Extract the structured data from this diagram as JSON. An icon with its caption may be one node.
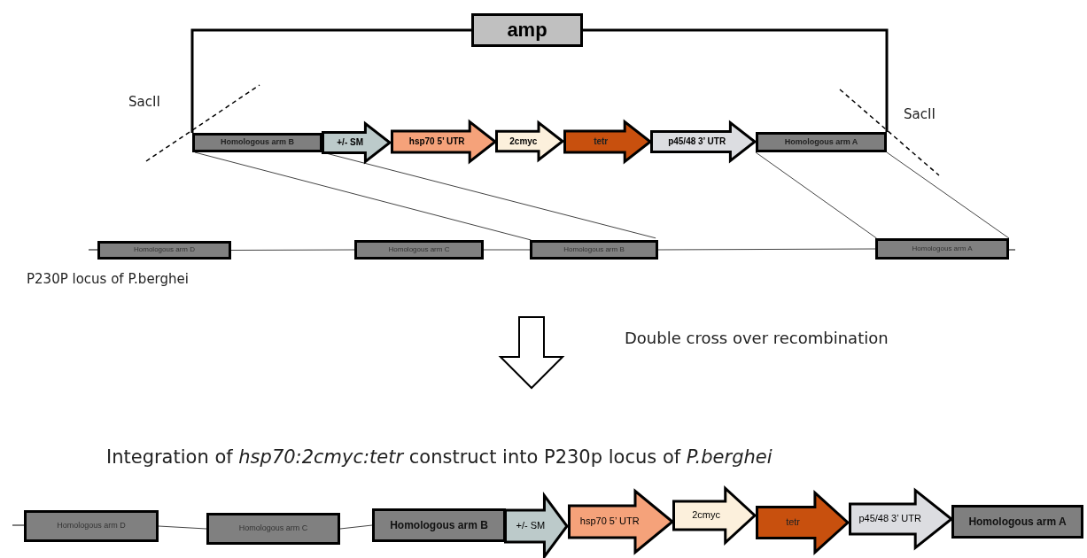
{
  "diagram": {
    "title": "Integration of *hsp70:2cmyc:tetr* construct into P230p locus of *P.berghei*",
    "nodes": [
      {
        "text": [
          "amp"
        ]
      },
      {
        "text": [
          "Homologous arm B"
        ]
      },
      {
        "text": [
          "+/- SM"
        ]
      },
      {
        "text": [
          "hsp70 5’ UTR"
        ]
      },
      {
        "text": [
          "2cmyc"
        ]
      },
      {
        "text": [
          "tetr"
        ]
      },
      {
        "text": [
          "p45/48 3’ UTR"
        ]
      },
      {
        "text": [
          "Homologous arm A"
        ]
      },
      {
        "text": [
          "Homologous arm D"
        ]
      },
      {
        "text": [
          "Homologous arm C"
        ]
      },
      {
        "text": [
          "Homologous arm B"
        ]
      },
      {
        "text": [
          "Homologous arm A"
        ]
      },
      {
        "text": [
          "Homologous arm D"
        ]
      },
      {
        "text": [
          "Homologous arm C"
        ]
      },
      {
        "text": [
          "Homologous arm B"
        ]
      },
      {
        "text": [
          "+/- SM"
        ]
      },
      {
        "text": [
          "hsp70 5’ UTR"
        ]
      },
      {
        "text": [
          "2cmyc"
        ]
      },
      {
        "text": [
          "tetr"
        ]
      },
      {
        "text": [
          "p45/48 3’ UTR"
        ]
      },
      {
        "text": [
          "Homologous arm A"
        ]
      }
    ],
    "edges": [
      {
        "from": 1,
        "to": 0,
        "arrow": "none",
        "style": "thick"
      },
      {
        "from": 0,
        "to": 7,
        "arrow": "none",
        "style": "thick"
      },
      {
        "from": 1,
        "to": 10,
        "arrow": "none"
      },
      {
        "from": 1,
        "to": 10,
        "arrow": "none"
      },
      {
        "from": 7,
        "to": 11,
        "arrow": "none"
      },
      {
        "from": 7,
        "to": 11,
        "arrow": "none"
      },
      {
        "from": 8,
        "to": 9,
        "arrow": "none"
      },
      {
        "from": 9,
        "to": 10,
        "arrow": "none"
      },
      {
        "from": 10,
        "to": 11,
        "arrow": "none"
      },
      {
        "from": 12,
        "to": 13,
        "arrow": "none"
      },
      {
        "from": 13,
        "to": 14,
        "arrow": "none"
      }
    ],
    "labels": [
      "SacII",
      "SacII",
      "P230P locus of P.berghei",
      "Double cross over recombination"
    ]
  }
}
